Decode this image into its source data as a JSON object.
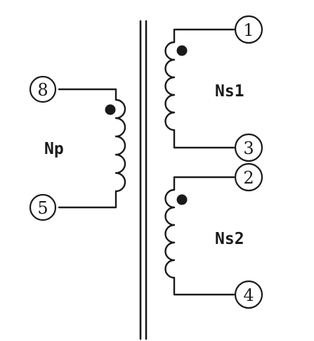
{
  "diagram": {
    "type": "transformer-schematic",
    "primary": {
      "label": "Np",
      "pins": {
        "top": "8",
        "bottom": "5"
      },
      "dot": "top"
    },
    "secondary1": {
      "label": "Ns1",
      "pins": {
        "top": "1",
        "bottom": "3"
      },
      "dot": "top"
    },
    "secondary2": {
      "label": "Ns2",
      "pins": {
        "top": "2",
        "bottom": "4"
      },
      "dot": "top"
    },
    "core": "double-line",
    "colors": {
      "ink": "#1a1a1a",
      "paper": "#ffffff"
    }
  }
}
